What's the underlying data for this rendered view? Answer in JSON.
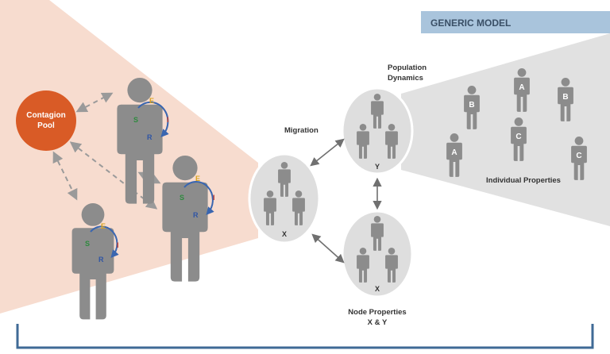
{
  "title_banner": {
    "text": "GENERIC MODEL"
  },
  "contagion_pool": {
    "line1": "Contagion",
    "line2": "Pool"
  },
  "seir": {
    "s": "S",
    "e": "E",
    "i": "I",
    "r": "R"
  },
  "labels": {
    "migration": "Migration",
    "population_line1": "Population",
    "population_line2": "Dynamics",
    "individual_properties": "Individual Properties",
    "node_props_line1": "Node Properties",
    "node_props_line2": "X & Y"
  },
  "nodes": {
    "x_label": "X",
    "y_label": "Y",
    "x2_label": "X"
  },
  "individuals": {
    "a": "A",
    "b": "B",
    "c": "C"
  },
  "colors": {
    "banner": "#a9c4dc",
    "banner_text": "#3a4f66",
    "left_panel": "#f7dccf",
    "right_panel": "#e1e1e1",
    "person": "#8c8c8c",
    "pool": "#d95b26",
    "node_fill": "#dedede",
    "bracket": "#3f6a96",
    "cycle_arrow": "#3a66b0",
    "s_color": "#2e8a3e",
    "e_color": "#d9a21a",
    "i_color": "#c0392b",
    "r_color": "#2f55a4",
    "dashed": "#9a9a9a",
    "arrow": "#707070"
  }
}
